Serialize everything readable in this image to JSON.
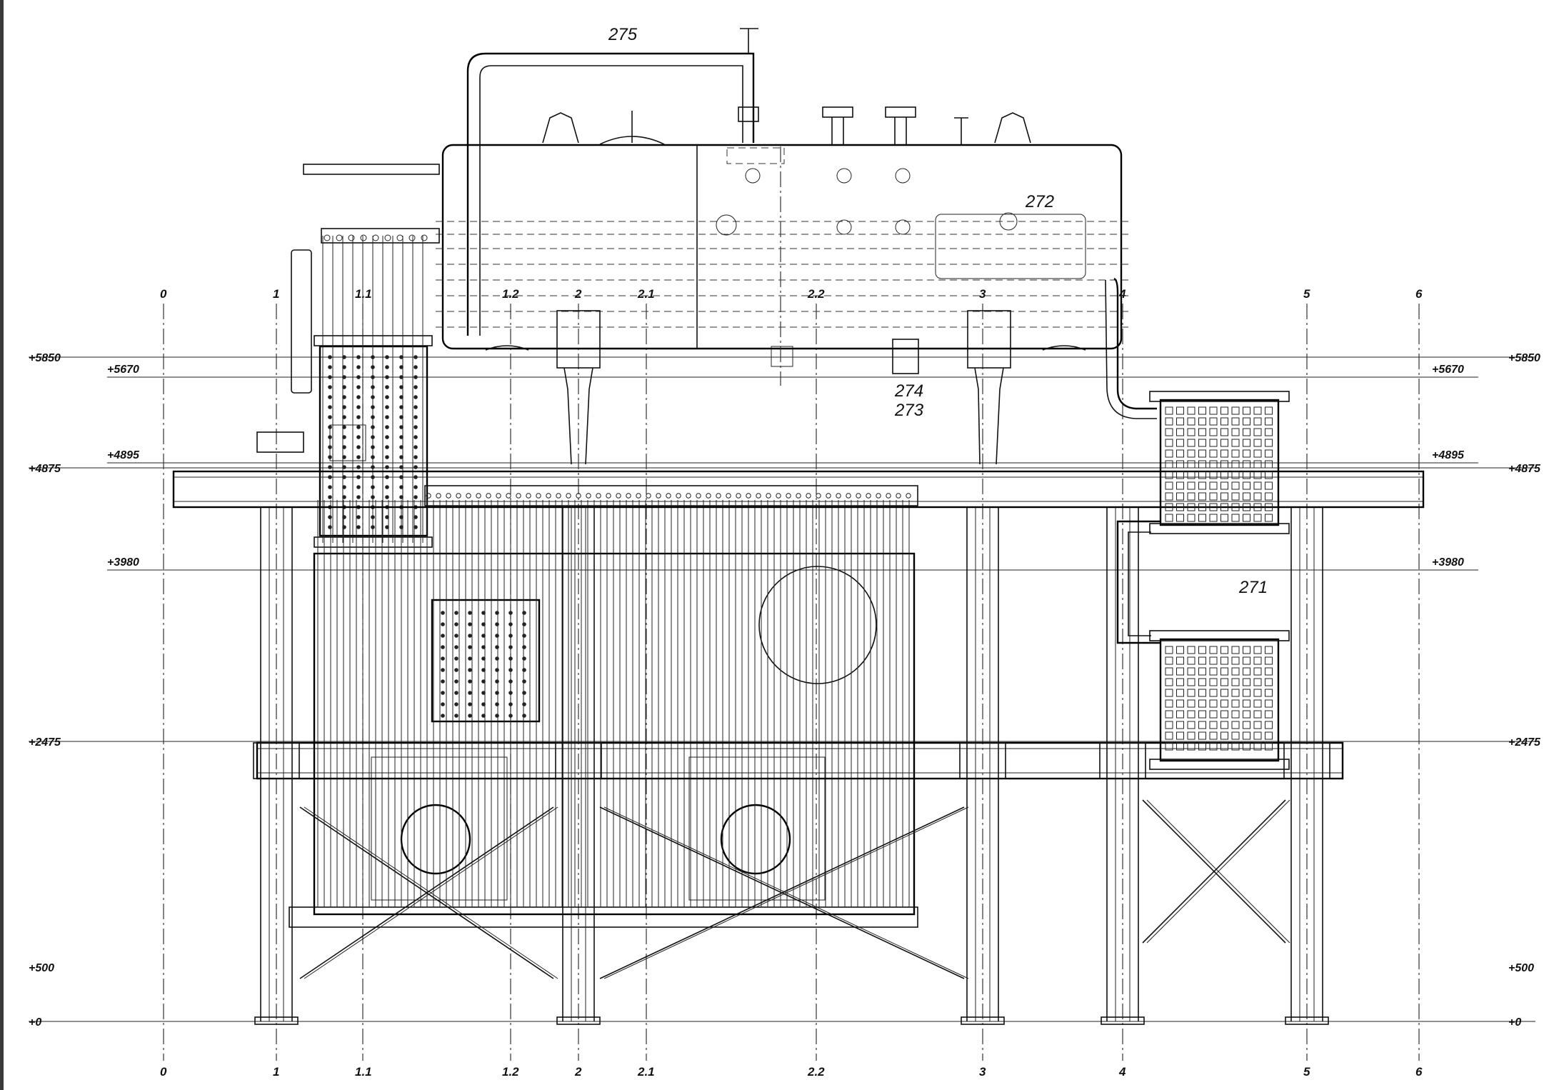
{
  "grid_axes": [
    {
      "id": "0",
      "label": "0"
    },
    {
      "id": "1",
      "label": "1"
    },
    {
      "id": "1.1",
      "label": "1.1"
    },
    {
      "id": "1.2",
      "label": "1.2"
    },
    {
      "id": "2",
      "label": "2"
    },
    {
      "id": "2.1",
      "label": "2.1"
    },
    {
      "id": "2.2",
      "label": "2.2"
    },
    {
      "id": "3",
      "label": "3"
    },
    {
      "id": "4",
      "label": "4"
    },
    {
      "id": "5",
      "label": "5"
    },
    {
      "id": "6",
      "label": "6"
    }
  ],
  "levels": {
    "l5850": "+5850",
    "l5670": "+5670",
    "l4895": "+4895",
    "l4875": "+4875",
    "l3980": "+3980",
    "l2475": "+2475",
    "l500": "+500",
    "l0": "+0"
  },
  "positions": {
    "p271": "271",
    "p272": "272",
    "p273": "273",
    "p274": "274",
    "p275": "275"
  },
  "colors": {
    "line": "#111111",
    "background": "#ffffff",
    "frame": "#3a3a3a"
  }
}
